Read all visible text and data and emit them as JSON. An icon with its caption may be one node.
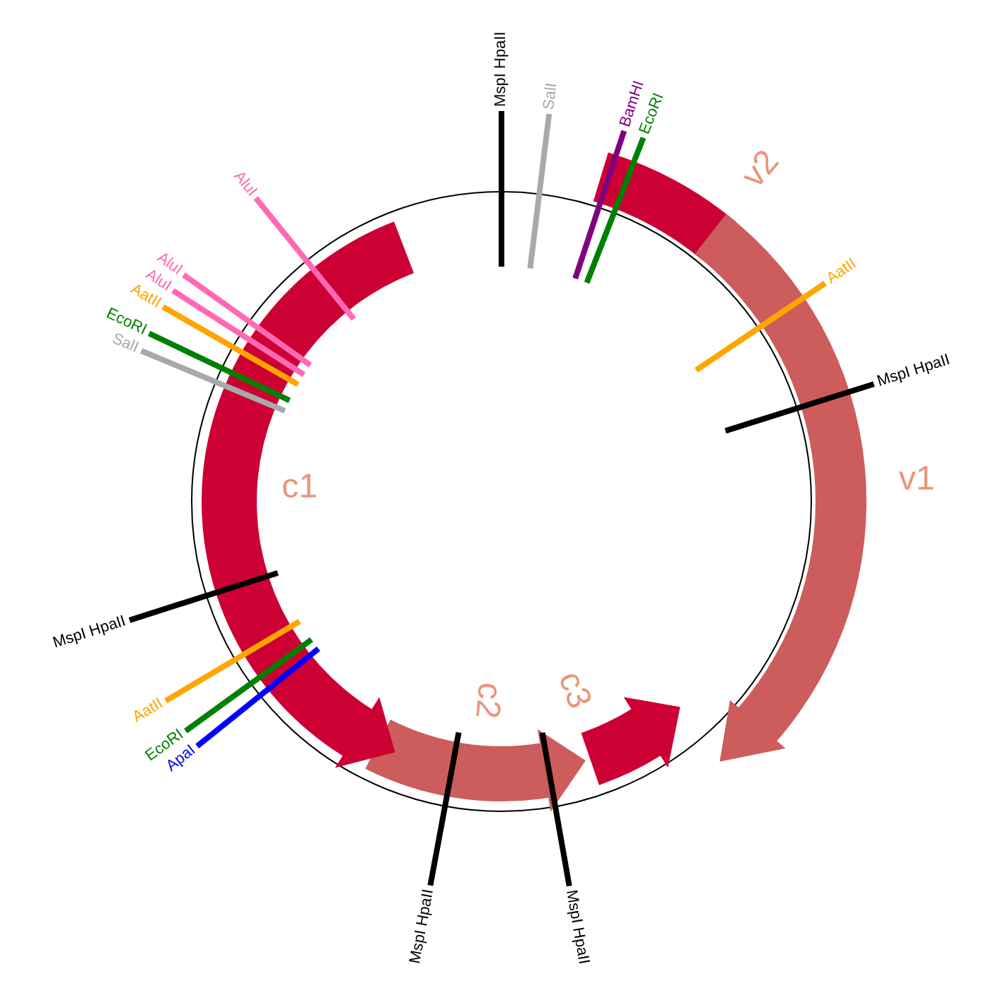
{
  "diagram": {
    "nodes": [
      {
        "text": [],
        "shape": "band",
        "beside": [
          "v2"
        ]
      },
      {
        "text": [],
        "shape": "arrow",
        "beside": [
          "c1"
        ]
      },
      {
        "text": [],
        "shape": "arrow",
        "beside": [
          "v1"
        ]
      },
      {
        "text": [],
        "shape": "arrow",
        "beside": [
          "c2"
        ]
      },
      {
        "text": [],
        "shape": "arrow",
        "beside": [
          "c3"
        ]
      },
      {
        "text": [
          "MspI HpaII"
        ]
      },
      {
        "text": [
          "SalI"
        ]
      },
      {
        "text": [
          "BamHI"
        ]
      },
      {
        "text": [
          "EcoRI"
        ]
      },
      {
        "text": [
          "AluI"
        ]
      },
      {
        "text": [
          "AluI"
        ]
      },
      {
        "text": [
          "AluI"
        ]
      },
      {
        "text": [
          "AatII"
        ]
      },
      {
        "text": [
          "AatII"
        ]
      },
      {
        "text": [
          "EcoRI"
        ]
      },
      {
        "text": [
          "SalI"
        ]
      },
      {
        "text": [
          "MspI HpaII"
        ]
      },
      {
        "text": [
          "MspI HpaII"
        ]
      },
      {
        "text": [
          "AatII"
        ]
      },
      {
        "text": [
          "EcoRI"
        ]
      },
      {
        "text": [
          "ApaI"
        ]
      },
      {
        "text": [
          "MspI HpaII"
        ]
      },
      {
        "text": [
          "MspI HpaII"
        ]
      }
    ],
    "edges": [
      {
        "from": 5,
        "to": null,
        "arrow": "none"
      },
      {
        "from": 6,
        "to": null,
        "arrow": "none",
        "color": "#a9a9a9"
      },
      {
        "from": 7,
        "to": null,
        "arrow": "none",
        "color": "#800080"
      },
      {
        "from": 8,
        "to": null,
        "arrow": "none",
        "color": "#008000"
      },
      {
        "from": 9,
        "to": 1,
        "arrow": "none",
        "color": "#ff69b4"
      },
      {
        "from": 10,
        "to": 1,
        "arrow": "none",
        "color": "#ff69b4"
      },
      {
        "from": 11,
        "to": 1,
        "arrow": "none",
        "color": "#ff69b4"
      },
      {
        "from": 12,
        "to": 1,
        "arrow": "none",
        "color": "#ffa500"
      },
      {
        "from": 13,
        "to": null,
        "arrow": "none",
        "color": "#ffa500"
      },
      {
        "from": 14,
        "to": 1,
        "arrow": "none",
        "color": "#008000"
      },
      {
        "from": 15,
        "to": 1,
        "arrow": "none",
        "color": "#a9a9a9"
      },
      {
        "from": 16,
        "to": null,
        "arrow": "none"
      },
      {
        "from": 17,
        "to": 1,
        "arrow": "none"
      },
      {
        "from": 18,
        "to": 1,
        "arrow": "none",
        "color": "#ffa500"
      },
      {
        "from": 19,
        "to": 1,
        "arrow": "none",
        "color": "#008000"
      },
      {
        "from": 20,
        "to": 1,
        "arrow": "none",
        "color": "#0000ff"
      },
      {
        "from": 21,
        "to": 3,
        "arrow": "none"
      },
      {
        "from": 22,
        "to": 3,
        "arrow": "none"
      }
    ]
  }
}
